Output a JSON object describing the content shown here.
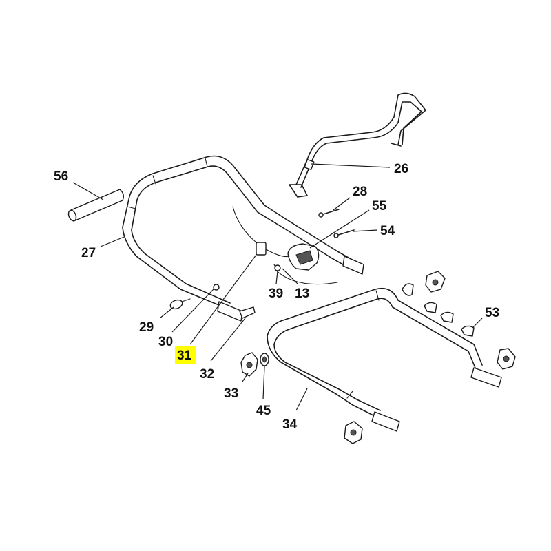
{
  "diagram": {
    "highlight_color": "#ffff00",
    "highlighted_label": "31",
    "labels": {
      "p56": "56",
      "p27": "27",
      "p26": "26",
      "p28": "28",
      "p55": "55",
      "p54": "54",
      "p39": "39",
      "p13": "13",
      "p29": "29",
      "p30": "30",
      "p31": "31",
      "p32": "32",
      "p33": "33",
      "p45": "45",
      "p34": "34",
      "p53": "53"
    }
  }
}
